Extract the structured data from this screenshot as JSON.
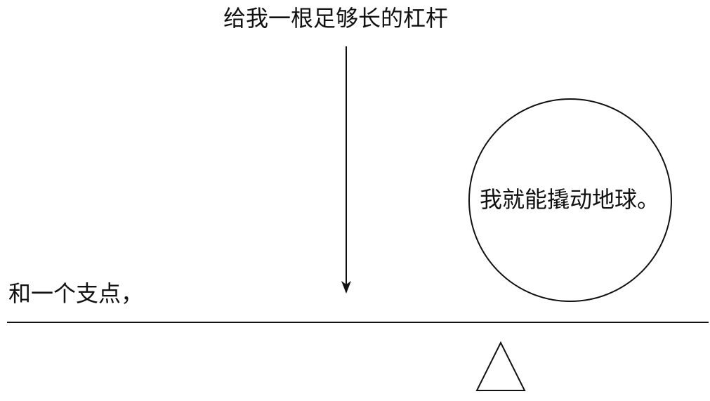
{
  "captions": {
    "top": "给我一根足够长的杠杆",
    "left": "和一个支点，",
    "earth": "我就能撬动地球。"
  },
  "colors": {
    "line": "#111111",
    "background": "#ffffff"
  }
}
